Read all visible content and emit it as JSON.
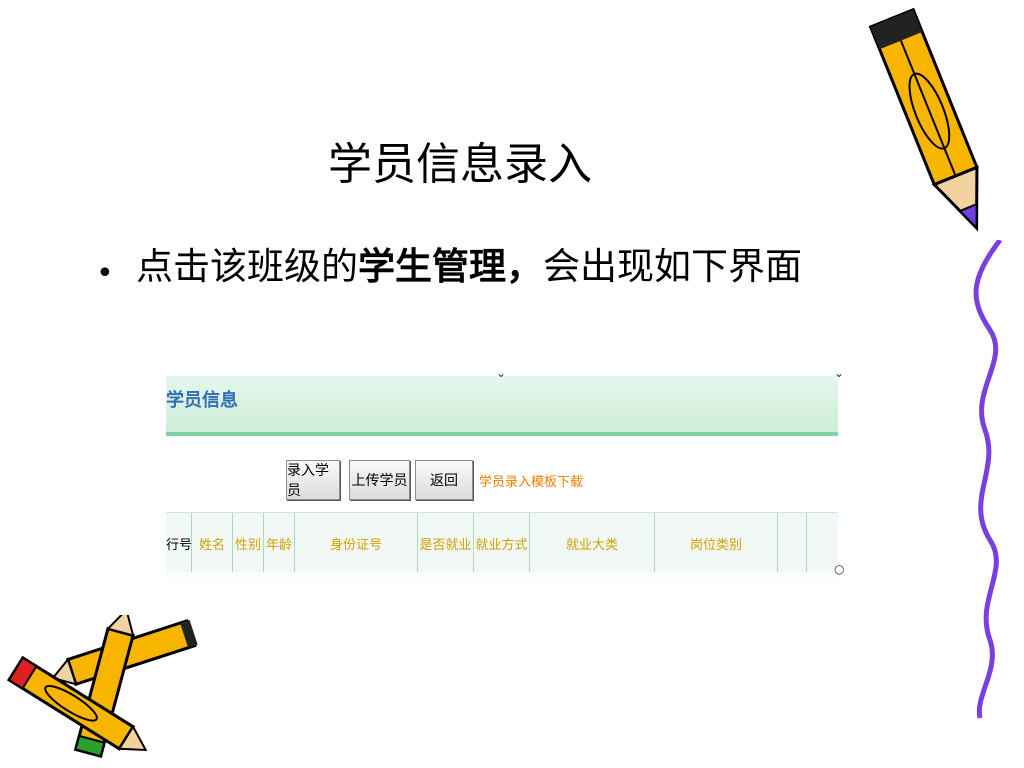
{
  "slide": {
    "title": "学员信息录入",
    "bullet_prefix": "点击该班级的",
    "bullet_bold": "学生管理，",
    "bullet_suffix": "会出现如下界面"
  },
  "embedded_ui": {
    "header_title": "学员信息",
    "buttons": {
      "add_student": "录入学员",
      "upload_students": "上传学员",
      "back": "返回"
    },
    "template_link": "学员录入模板下载",
    "columns": [
      "行号",
      "姓名",
      "性别",
      "年龄",
      "身份证号",
      "是否就业",
      "就业方式",
      "就业大类",
      "岗位类别"
    ],
    "colors": {
      "header_bg": "#cdeed9",
      "header_line": "#7fd1a6",
      "link": "#f08000",
      "column_header_text": "#d0a000"
    }
  },
  "decorations": [
    "pencil-icon",
    "pencils-cluster-icon",
    "wavy-line-icon"
  ]
}
